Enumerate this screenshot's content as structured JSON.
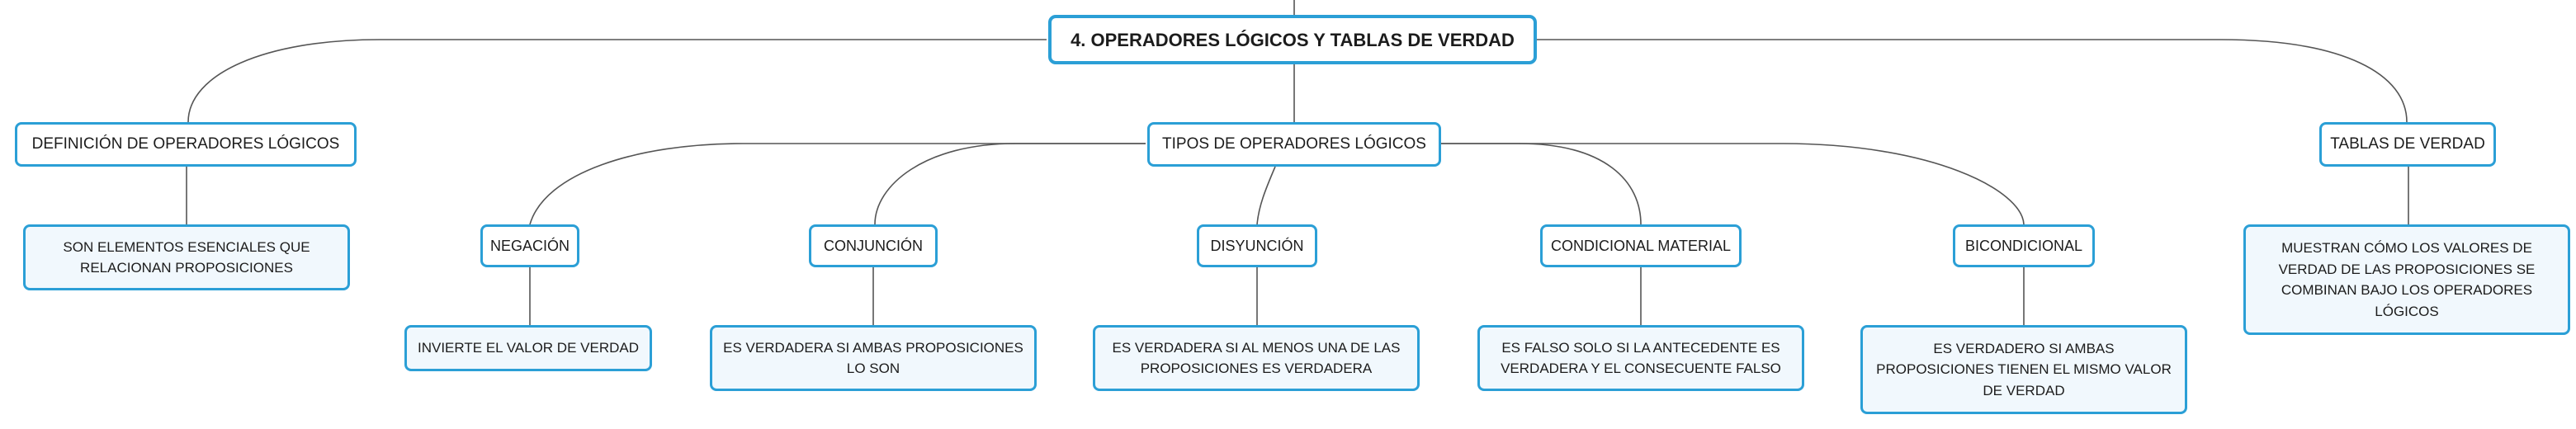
{
  "map": {
    "root": "4. OPERADORES LÓGICOS Y TABLAS DE VERDAD",
    "definition": {
      "title": "DEFINICIÓN DE OPERADORES LÓGICOS",
      "description": "SON ELEMENTOS ESENCIALES QUE RELACIONAN PROPOSICIONES"
    },
    "types": {
      "title": "TIPOS DE OPERADORES LÓGICOS",
      "operators": [
        {
          "label": "NEGACIÓN",
          "description": "INVIERTE EL VALOR DE VERDAD"
        },
        {
          "label": "CONJUNCIÓN",
          "description": "ES VERDADERA SI AMBAS PROPOSICIONES LO SON"
        },
        {
          "label": "DISYUNCIÓN",
          "description": "ES VERDADERA SI AL MENOS UNA DE LAS PROPOSICIONES ES VERDADERA"
        },
        {
          "label": "CONDICIONAL MATERIAL",
          "description": "ES FALSO SOLO SI LA ANTECEDENTE ES VERDADERA Y EL CONSECUENTE FALSO"
        },
        {
          "label": "BICONDICIONAL",
          "description": "ES VERDADERO SI AMBAS PROPOSICIONES TIENEN EL MISMO VALOR DE VERDAD"
        }
      ]
    },
    "truth_tables": {
      "title": "TABLAS DE VERDAD",
      "description": "MUESTRAN CÓMO LOS VALORES DE VERDAD DE LAS PROPOSICIONES SE COMBINAN BAJO LOS OPERADORES LÓGICOS"
    }
  },
  "colors": {
    "node_border": "#2b9fd6",
    "node_fill": "#ffffff",
    "description_fill": "#f1f8fd",
    "connector": "#555555",
    "text": "#1c1c1c"
  }
}
